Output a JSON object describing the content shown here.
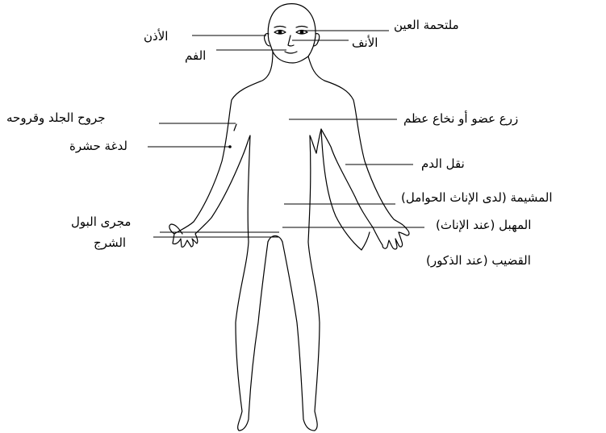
{
  "labels": {
    "conjunctiva": "ملتحمة العين",
    "ear": "الأذن",
    "nose": "الأنف",
    "mouth": "الفم",
    "skin_wounds": "جروح الجلد وقروحه",
    "insect_bite": "لدغة حشرة",
    "transplant": "زرع عضو أو نخاع عظم",
    "blood_transfusion": "نقل الدم",
    "placenta": "المشيمة (لدى الإناث الحوامل)",
    "urethra": "مجرى البول",
    "vagina": "المهبل (عند الإناث)",
    "anus": "الشرج",
    "penis": "القضيب (عند الذكور)"
  },
  "colors": {
    "line": "#000000",
    "text": "#000000",
    "background": "#ffffff"
  }
}
